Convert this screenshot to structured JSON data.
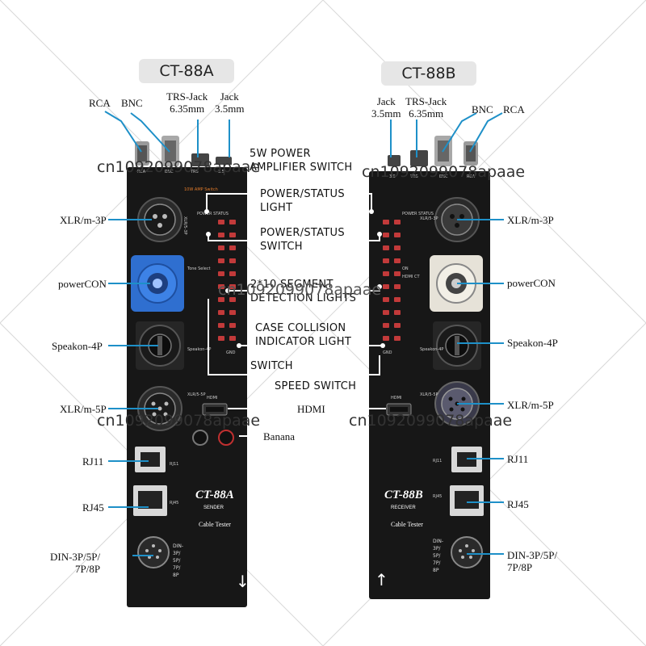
{
  "colors": {
    "line": "#1e90c8",
    "panel": "#171717",
    "watermark": "#333333"
  },
  "titles": {
    "left": "CT-88A",
    "right": "CT-88B"
  },
  "watermark": "cn1092099078apaae",
  "left_labels": {
    "rca": "RCA",
    "bnc": "BNC",
    "trs": "TRS-Jack\n6.35mm",
    "jack": "Jack\n3.5mm",
    "xlr3": "XLR/m-3P",
    "powercon": "powerCON",
    "speakon": "Speakon-4P",
    "xlr5": "XLR/m-5P",
    "rj11": "RJ11",
    "rj45": "RJ45",
    "din": "DIN-3P/5P/\n7P/8P"
  },
  "right_labels": {
    "jack": "Jack\n3.5mm",
    "trs": "TRS-Jack\n6.35mm",
    "bnc": "BNC",
    "rca": "RCA",
    "xlr3": "XLR/m-3P",
    "powercon": "powerCON",
    "speakon": "Speakon-4P",
    "xlr5": "XLR/m-5P",
    "rj11": "RJ11",
    "rj45": "RJ45",
    "din": "DIN-3P/5P/\n7P/8P"
  },
  "center_labels": {
    "amp": "5W POWER\nAMPLIFIER SWITCH",
    "power_light": "POWER/STATUS\nLIGHT",
    "power_switch": "POWER/STATUS\nSWITCH",
    "segment": "2*10 SEGMENT\nDETECTION LIGHTS",
    "collision": "CASE COLLISION\nINDICATOR LIGHT",
    "switch": "SWITCH",
    "speed": "SPEED SWITCH",
    "hdmi": "HDMI",
    "banana": "Banana"
  },
  "device_a": {
    "model": "CT-88A",
    "role": "SENDER",
    "name": "Cable Tester",
    "silk": {
      "rca": "RCA",
      "bnc": "BNC",
      "trs": "TRS",
      "jack": "3.5",
      "amp": "10W AMP Switch",
      "power": "POWER\nSTATUS",
      "xlr3": "XLR/5-3P",
      "speakon": "Speakon-4P",
      "xlr5": "XLR/5-5P",
      "hdmi": "HDMI",
      "rj11": "RJ11",
      "rj45": "RJ45",
      "din": "DIN-\n3P/\n5P/\n7P/\n8P",
      "gnd": "GND",
      "tone": "Tone Select"
    }
  },
  "device_b": {
    "model": "CT-88B",
    "role": "RECEIVER",
    "name": "Cable Tester",
    "silk": {
      "rca": "RCA",
      "bnc": "BNC",
      "trs": "TRS",
      "jack": "3.5",
      "power": "POWER\nSTATUS",
      "xlr3": "XLR/5-3P",
      "speakon": "Speakon-4P",
      "xlr5": "XLR/5-5P",
      "hdmi": "HDMI",
      "rj11": "RJ11",
      "rj45": "RJ45",
      "din": "DIN-\n3P/\n5P/\n7P/\n8P",
      "gnd": "GND",
      "on": "ON",
      "hdmi_ct": "HDMI CT"
    }
  }
}
